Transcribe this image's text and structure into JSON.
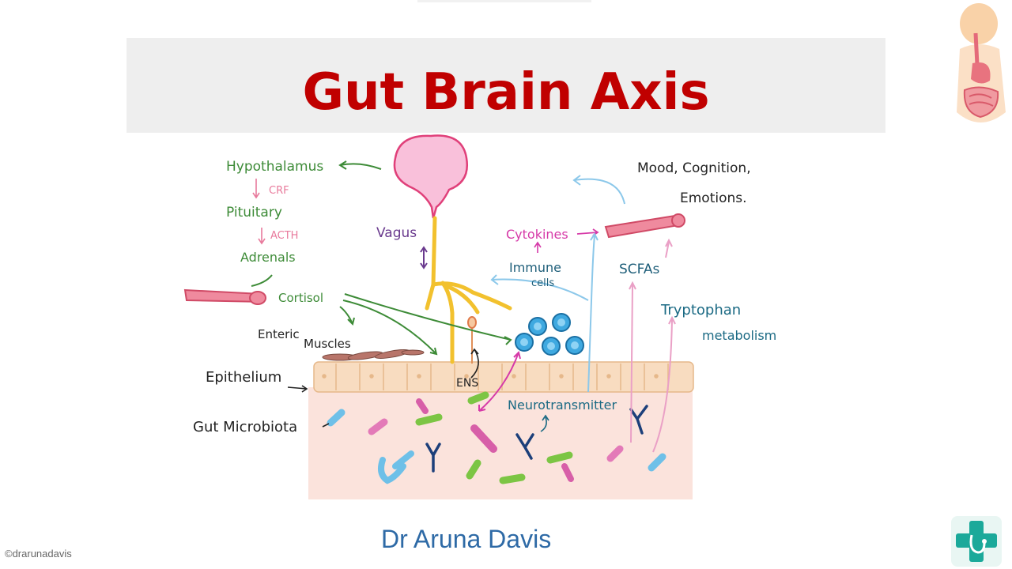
{
  "title": "Gut Brain Axis",
  "author": "Dr Aruna Davis",
  "copyright": "©drarunadavis",
  "labels": {
    "hypothalamus": "Hypothalamus",
    "crf": "CRF",
    "pituitary": "Pituitary",
    "acth": "ACTH",
    "adrenals": "Adrenals",
    "cortisol": "Cortisol",
    "vagus": "Vagus",
    "enteric_muscles_1": "Enteric",
    "enteric_muscles_2": "Muscles",
    "epithelium": "Epithelium",
    "gut_microbiota": "Gut Microbiota",
    "ens": "ENS",
    "cytokines": "Cytokines",
    "immune_1": "Immune",
    "immune_2": "cells",
    "mood_1": "Mood, Cognition,",
    "mood_2": "Emotions.",
    "scfas": "SCFAs",
    "tryptophan_1": "Tryptophan",
    "tryptophan_2": "metabolism",
    "neurotransmitter": "Neurotransmitter"
  },
  "colors": {
    "title": "#c00000",
    "band": "#eeeeee",
    "author": "#2e6aa6",
    "hpa_green": "#3d8b37",
    "hormone_pink": "#e87a9c",
    "vagus_purple": "#6a3a8e",
    "nerve_yellow": "#f2c12e",
    "cytokine_magenta": "#d63aa8",
    "immune_teal": "#1f5f7a",
    "tryptophan_teal": "#1b6a84",
    "gut_bg": "#fbe3dc",
    "epithelium": "#f8dcc0"
  },
  "icons": {
    "body_icon": "digestive-system-icon",
    "logo": "medical-cross-logo"
  }
}
